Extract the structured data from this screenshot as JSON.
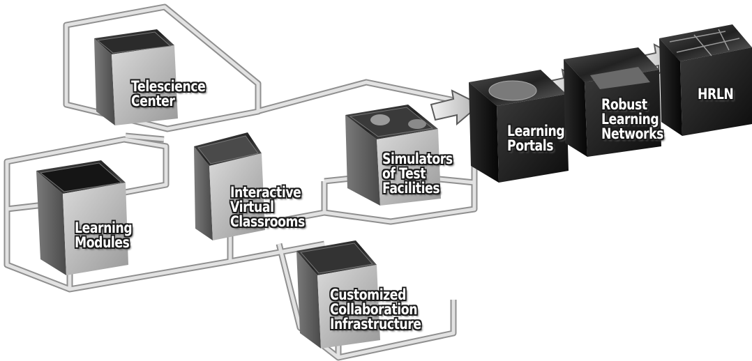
{
  "nodes": {
    "telescience": {
      "lines": [
        "Telescience",
        "Center"
      ]
    },
    "learning_modules": {
      "lines": [
        "Learning",
        "Modules"
      ]
    },
    "virtual_classrooms": {
      "lines": [
        "Interactive",
        "Virtual",
        "Classrooms"
      ]
    },
    "simulators": {
      "lines": [
        "Simulators",
        "of Test",
        "Facilities"
      ]
    },
    "collaboration": {
      "lines": [
        "Customized",
        "Collaboration",
        "Infrastructure"
      ]
    },
    "learning_portals": {
      "lines": [
        "Learning",
        "Portals"
      ]
    },
    "robust_networks": {
      "lines": [
        "Robust",
        "Learning",
        "Networks"
      ]
    },
    "hrln": {
      "lines": [
        "HRLN"
      ]
    }
  },
  "colors": {
    "frame": "#cfcfcf",
    "frame_edge": "#8a8a8a",
    "cube_light": "#c8c8c8",
    "cube_dark": "#1a1a1a"
  }
}
